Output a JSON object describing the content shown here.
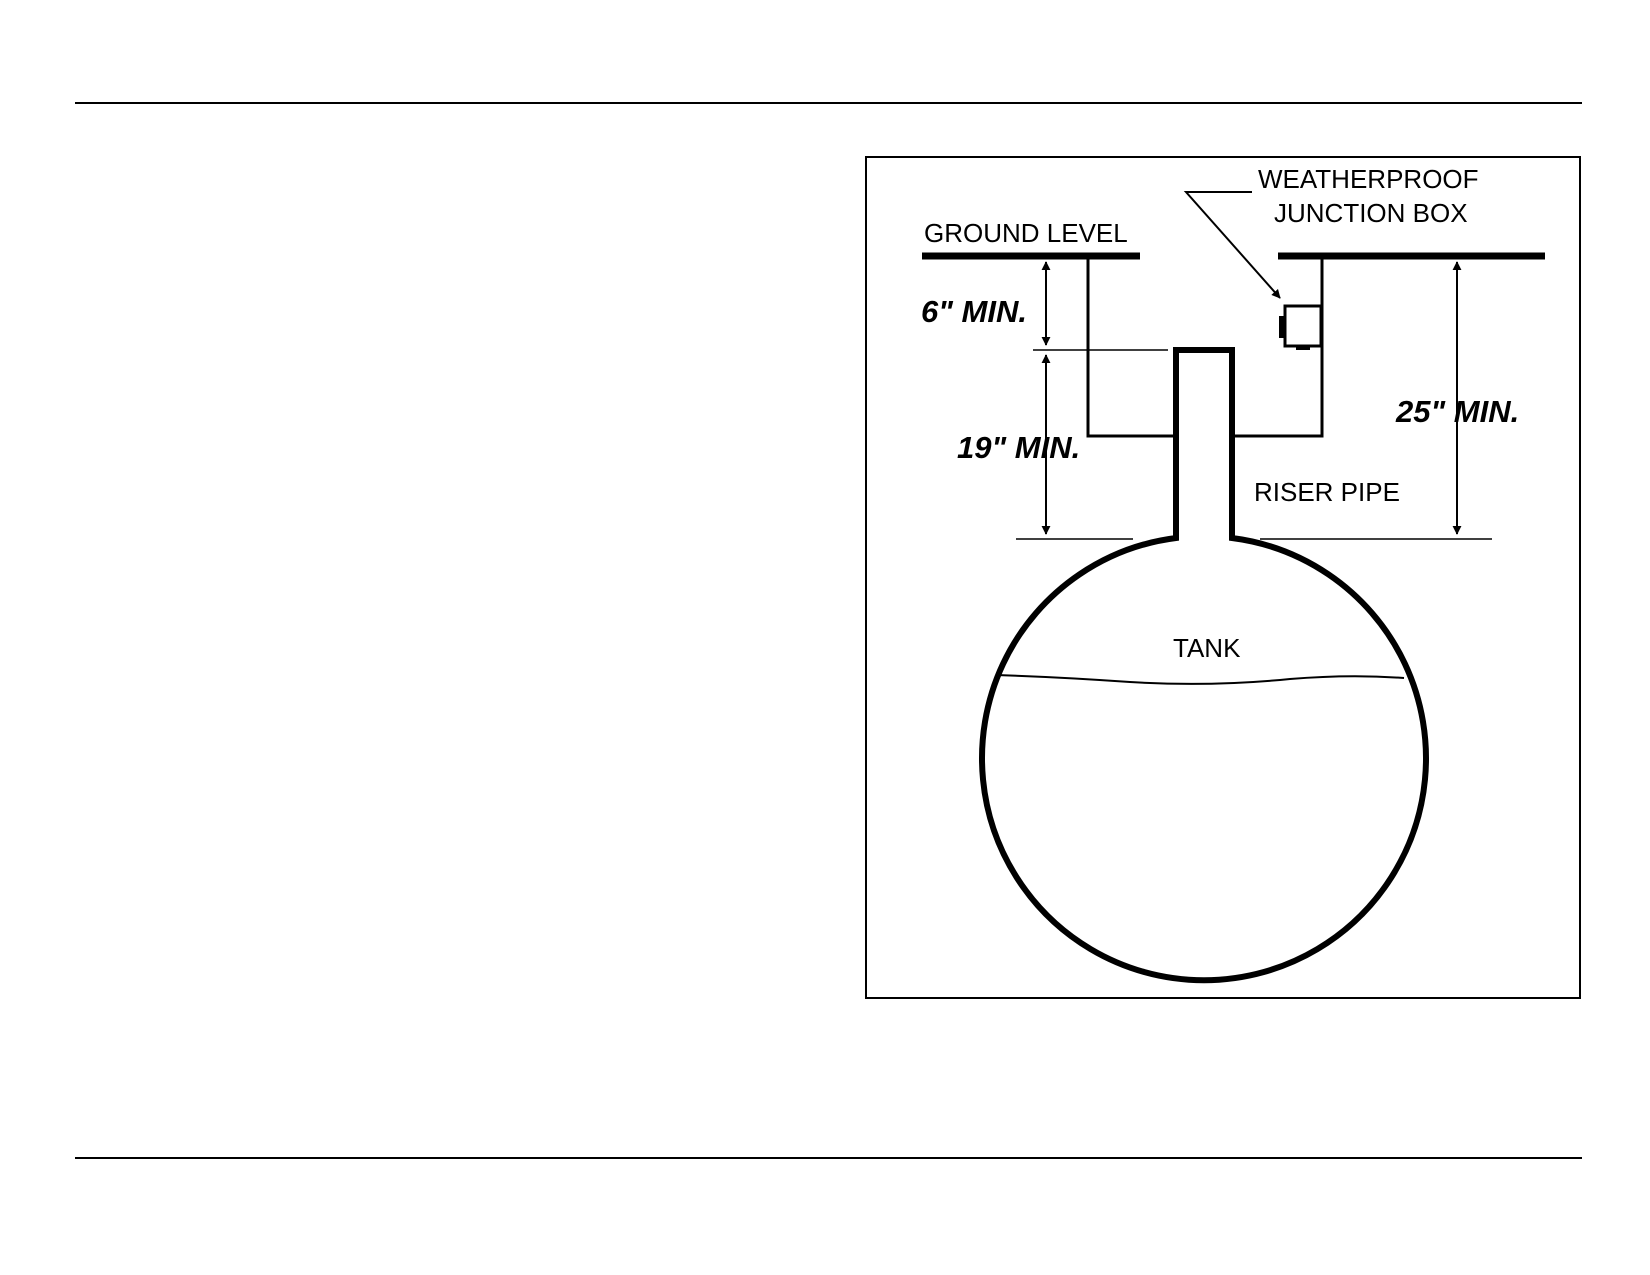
{
  "labels": {
    "weatherproof_line1": "WEATHERPROOF",
    "weatherproof_line2": "JUNCTION BOX",
    "ground_level": "GROUND LEVEL",
    "riser_pipe": "RISER PIPE",
    "tank": "TANK"
  },
  "dimensions": {
    "six_min": "6\" MIN.",
    "nineteen_min": "19\" MIN.",
    "twentyfive_min": "25\" MIN."
  },
  "colors": {
    "line": "#000000",
    "background": "#ffffff"
  }
}
